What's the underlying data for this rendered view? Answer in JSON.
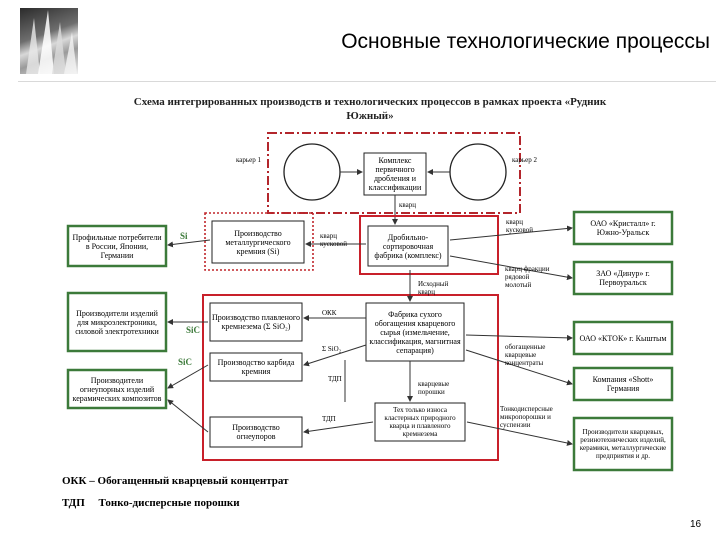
{
  "slide": {
    "title": "Основные технологические процессы",
    "page_number": "16"
  },
  "diagram": {
    "title_line1": "Схема интегрированных производств и технологических процессов в рамках проекта «Рудник",
    "title_line2": "Южный»",
    "pit1": "карьер 1",
    "pit2": "карьер 2",
    "crushing": "Комплекс первичного дробления и классификации",
    "quartz": "кварц",
    "pieces": "кварц кусковой",
    "sorting": "Дробильно-сортировочная фабрика (комплекс)",
    "metallurgical": "Производство металлургического кремния (Si)",
    "quartz_pieces_left": "кварц кусковой",
    "source_quartz": "Исходный кварц",
    "fraction_label": "кварц фракции рядовой молотый",
    "okk": "ОКК",
    "fused": "Производство плавленого кремнезема (Σ SiO₂)",
    "dry_factory": "Фабрика сухого обогащения кварцевого сырья (измельчение, классификация, магнитная сепарация)",
    "sio2": "Σ SiO₂",
    "carbide": "Производство карбида кремния",
    "tdp1": "ТДП",
    "quartz_powders": "кварцевые порошки",
    "tdp2": "ТДП",
    "refractory": "Производство огнеупоров",
    "tech_cond": "Тех только износа кластерных природного кварца и плавленого кремнезема",
    "fine_dispersed": "Тонкодисперсные микропорошки и суспензии",
    "enriched_conc": "обогащенные кварцевые концентраты",
    "si": "Si",
    "sic1": "SiC",
    "sic2": "SiC",
    "left_consumers": [
      "Профильные потребители в России, Японии, Германии",
      "Производители изделий для микроэлектроники, силовой электротехники",
      "Производители огнеупорных изделий керамических композитов"
    ],
    "right_consumers": [
      "ОАО «Кристалл» г. Южно-Уральск",
      "ЗАО «Динур» г. Первоуральск",
      "ОАО «КТОК» г. Кыштым",
      "Компания «Shott» Германия",
      "Производители кварцевых, резинотехнических изделий, керамики, металлургические предприятия и др."
    ]
  },
  "legend": {
    "line1": "ОКК – Обогащенный кварцевый концентрат",
    "line2": "ТДП     Тонко-дисперсные порошки"
  },
  "colors": {
    "red": "#d6202a",
    "dark_red": "#9c1d1d",
    "green": "#3c7a3a",
    "gray": "#555555"
  }
}
